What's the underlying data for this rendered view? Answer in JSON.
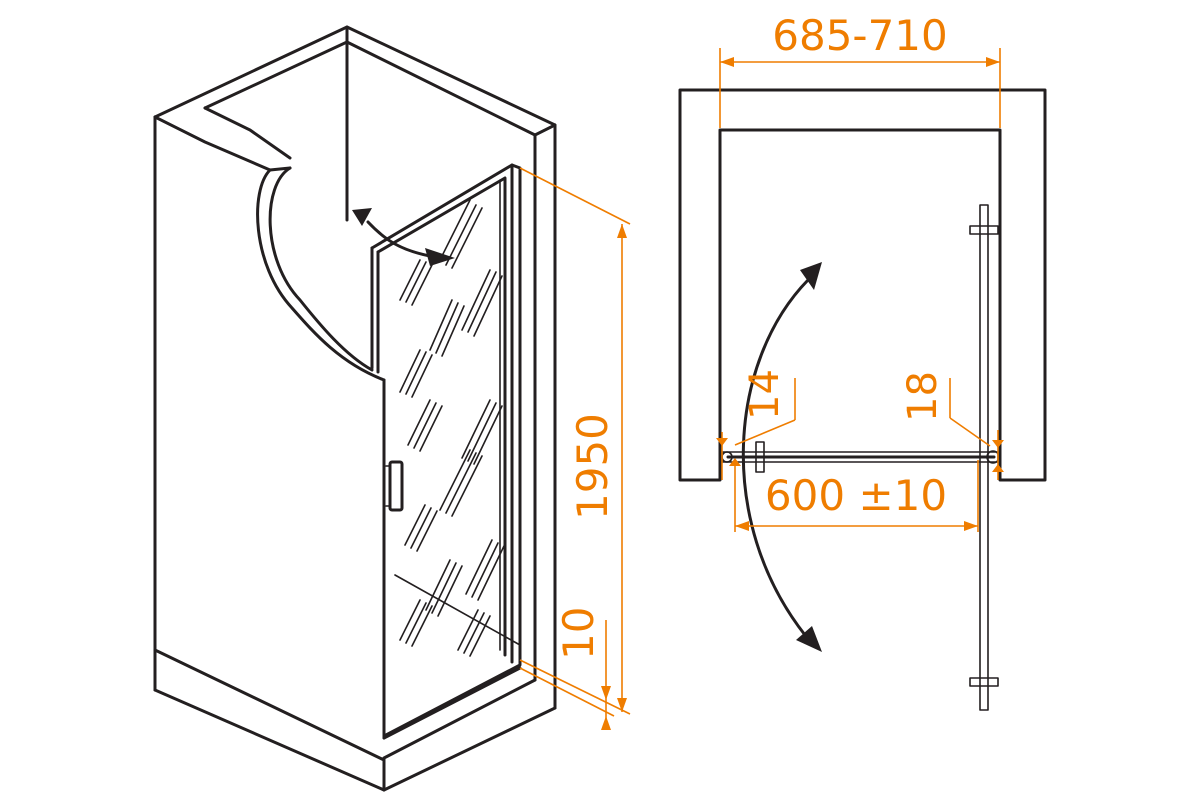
{
  "colors": {
    "outline": "#231f20",
    "dimension": "#ef7d00",
    "glass_hatch": "#231f20",
    "background": "#ffffff"
  },
  "isometric_view": {
    "height_label": "1950",
    "bottom_gap_label": "10"
  },
  "plan_view": {
    "width_range_label": "685-710",
    "door_width_label": "600 ±10",
    "left_gap_label": "14",
    "right_gap_label": "18"
  }
}
